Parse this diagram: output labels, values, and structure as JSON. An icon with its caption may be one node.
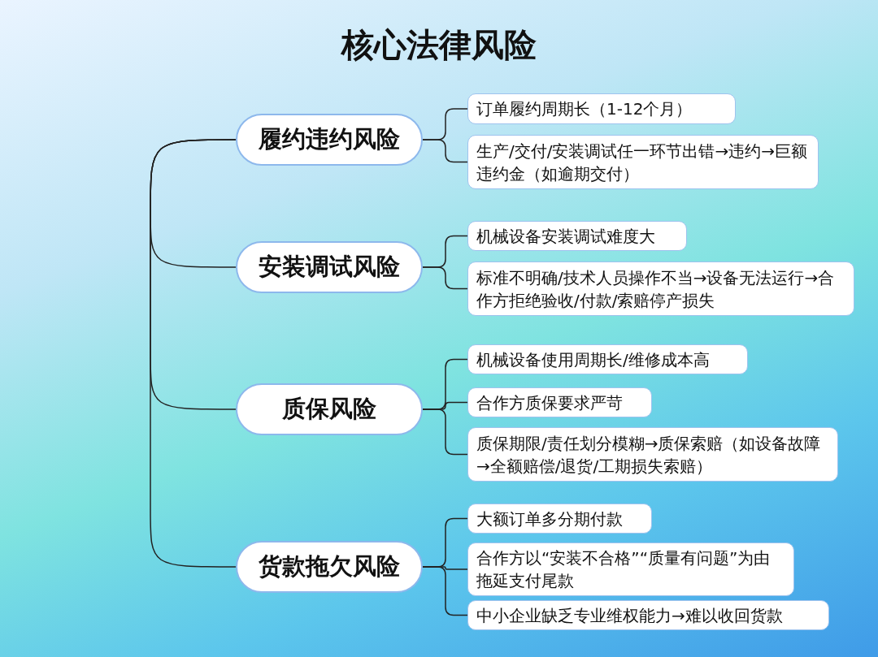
{
  "diagram": {
    "title": "核心法律风险",
    "nodes": [
      {
        "text": [
          "履约违约风险"
        ]
      },
      {
        "text": [
          "订单履约周期长（1-12个月）"
        ]
      },
      {
        "text": [
          "生产/交付/安装调试任一环节出错→违约→巨额违约金（如逾期交付）"
        ]
      },
      {
        "text": [
          "安装调试风险"
        ]
      },
      {
        "text": [
          "机械设备安装调试难度大"
        ]
      },
      {
        "text": [
          "标准不明确/技术人员操作不当→设备无法运行→合作方拒绝验收/付款/索赔停产损失"
        ]
      },
      {
        "text": [
          "质保风险"
        ]
      },
      {
        "text": [
          "机械设备使用周期长/维修成本高"
        ]
      },
      {
        "text": [
          "合作方质保要求严苛"
        ]
      },
      {
        "text": [
          "质保期限/责任划分模糊→质保索赔（如设备故障→全额赔偿/退货/工期损失索赔）"
        ]
      },
      {
        "text": [
          "货款拖欠风险"
        ]
      },
      {
        "text": [
          "大额订单多分期付款"
        ]
      },
      {
        "text": [
          "合作方以“安装不合格”“质量有问题”为由拖延支付尾款"
        ]
      },
      {
        "text": [
          "中小企业缺乏专业维权能力→难以收回货款"
        ]
      }
    ],
    "edges": [
      {
        "from": 0,
        "to": 3,
        "arrow": "none"
      },
      {
        "from": 0,
        "to": 6,
        "arrow": "none"
      },
      {
        "from": 0,
        "to": 10,
        "arrow": "none"
      },
      {
        "from": 0,
        "to": 1,
        "arrow": "none"
      },
      {
        "from": 0,
        "to": 2,
        "arrow": "none"
      },
      {
        "from": 3,
        "to": 4,
        "arrow": "none"
      },
      {
        "from": 3,
        "to": 5,
        "arrow": "none"
      },
      {
        "from": 6,
        "to": 7,
        "arrow": "none"
      },
      {
        "from": 6,
        "to": 8,
        "arrow": "none"
      },
      {
        "from": 6,
        "to": 9,
        "arrow": "none"
      },
      {
        "from": 10,
        "to": 11,
        "arrow": "none"
      },
      {
        "from": 10,
        "to": 12,
        "arrow": "none"
      },
      {
        "from": 10,
        "to": 13,
        "arrow": "none"
      }
    ]
  }
}
